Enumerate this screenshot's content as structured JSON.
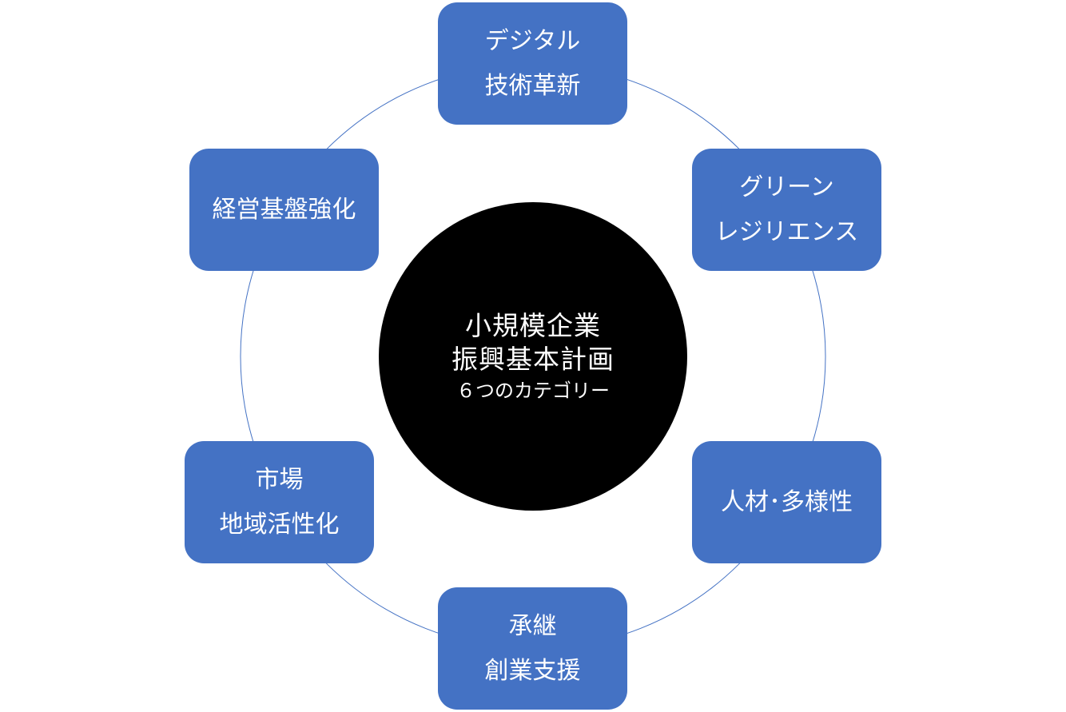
{
  "center": {
    "line1": "小規模企業",
    "line2": "振興基本計画",
    "subtitle": "６つのカテゴリー"
  },
  "categories": [
    {
      "line1": "デジタル",
      "line2": "技術革新"
    },
    {
      "line1": "グリーン",
      "line2": "レジリエンス"
    },
    {
      "line1": "人材･多様性",
      "line2": ""
    },
    {
      "line1": "承継",
      "line2": "創業支援"
    },
    {
      "line1": "市場",
      "line2": "地域活性化"
    },
    {
      "line1": "経営基盤強化",
      "line2": ""
    }
  ],
  "colors": {
    "node_fill": "#4472c4",
    "center_fill": "#000000",
    "ring_stroke": "#4472c4",
    "text": "#ffffff"
  }
}
